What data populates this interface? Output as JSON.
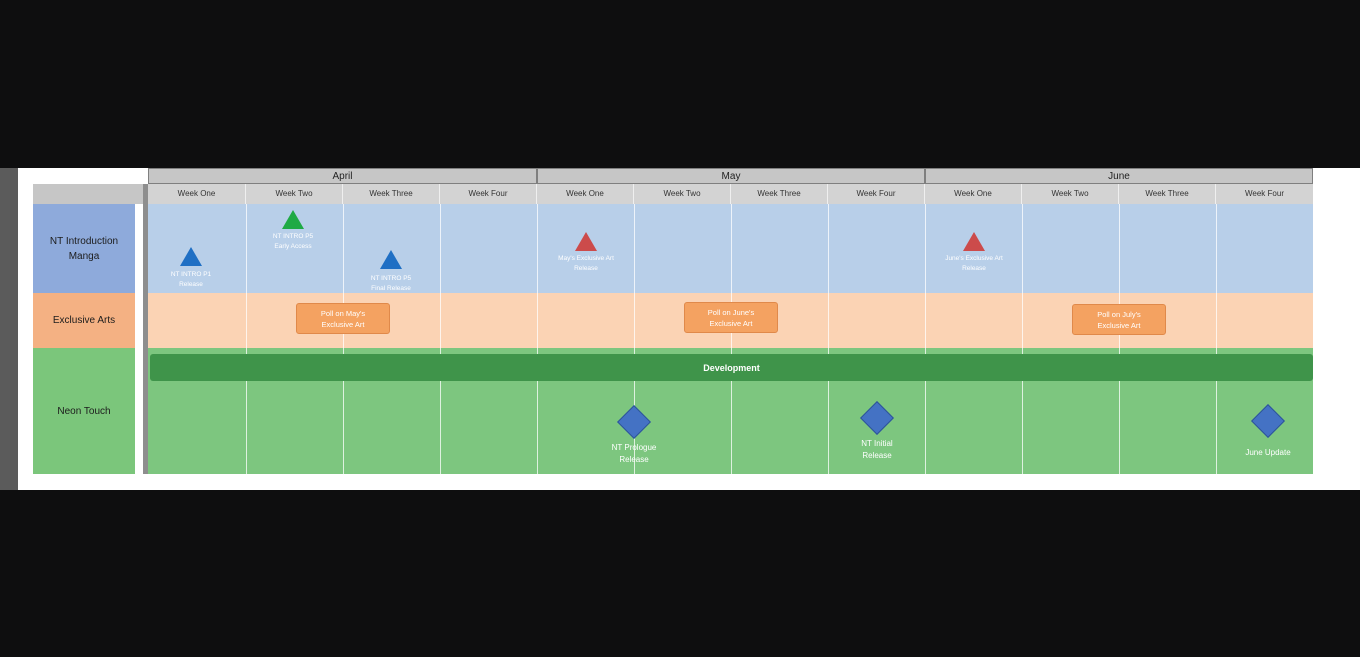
{
  "timeline": {
    "months": [
      "April",
      "May",
      "June"
    ],
    "weeks": [
      "Week One",
      "Week Two",
      "Week Three",
      "Week Four",
      "Week One",
      "Week Two",
      "Week Three",
      "Week Four",
      "Week One",
      "Week Two",
      "Week Three",
      "Week Four"
    ]
  },
  "lanes": [
    {
      "label_line1": "NT Introduction",
      "label_line2": "Manga",
      "color": "#b8cfe9",
      "label_color": "#8eaadb"
    },
    {
      "label": "Exclusive Arts",
      "color": "#fbd3b4",
      "label_color": "#f4b183"
    },
    {
      "label": "Neon Touch",
      "color": "#7dc67f",
      "label_color": "#7bc67b"
    }
  ],
  "manga_milestones": [
    {
      "shape": "triangle",
      "color": "blue",
      "line1": "NT INTRO P1",
      "line2": "Release"
    },
    {
      "shape": "triangle",
      "color": "green",
      "line1": "NT INTRO P5",
      "line2": "Early Access"
    },
    {
      "shape": "triangle",
      "color": "blue",
      "line1": "NT INTRO P5",
      "line2": "Final Release"
    },
    {
      "shape": "triangle",
      "color": "red",
      "line1": "May's Exclusive Art",
      "line2": "Release"
    },
    {
      "shape": "triangle",
      "color": "red",
      "line1": "June's Exclusive Art",
      "line2": "Release"
    }
  ],
  "polls": [
    {
      "line1": "Poll on May's",
      "line2": "Exclusive Art"
    },
    {
      "line1": "Poll on June's",
      "line2": "Exclusive Art"
    },
    {
      "line1": "Poll on July's",
      "line2": "Exclusive Art"
    }
  ],
  "development": {
    "label": "Development"
  },
  "releases": [
    {
      "line1": "NT Prologue",
      "line2": "Release"
    },
    {
      "line1": "NT Initial",
      "line2": "Release"
    },
    {
      "line1": "June Update",
      "line2": ""
    }
  ]
}
